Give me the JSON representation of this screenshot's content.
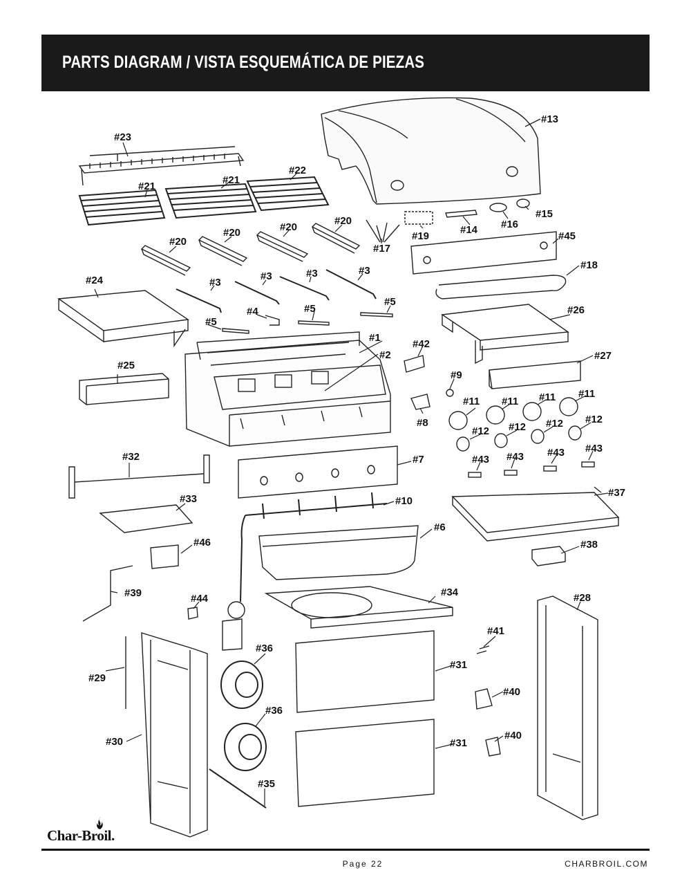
{
  "header": {
    "title": "PARTS DIAGRAM / VISTA ESQUEMÁTICA DE PIEZAS"
  },
  "parts": {
    "p1": "#1",
    "p2": "#2",
    "p3": "#3",
    "p4": "#4",
    "p5": "#5",
    "p6": "#6",
    "p7": "#7",
    "p8": "#8",
    "p9": "#9",
    "p10": "#10",
    "p11": "#11",
    "p12": "#12",
    "p13": "#13",
    "p14": "#14",
    "p15": "#15",
    "p16": "#16",
    "p17": "#17",
    "p18": "#18",
    "p19": "#19",
    "p20": "#20",
    "p21": "#21",
    "p22": "#22",
    "p23": "#23",
    "p24": "#24",
    "p25": "#25",
    "p26": "#26",
    "p27": "#27",
    "p28": "#28",
    "p29": "#29",
    "p30": "#30",
    "p31": "#31",
    "p32": "#32",
    "p33": "#33",
    "p34": "#34",
    "p35": "#35",
    "p36": "#36",
    "p37": "#37",
    "p38": "#38",
    "p39": "#39",
    "p40": "#40",
    "p41": "#41",
    "p42": "#42",
    "p43": "#43",
    "p44": "#44",
    "p45": "#45",
    "p46": "#46"
  },
  "footer": {
    "brand": "Char-Broil.",
    "page": "Page 22",
    "website": "CHARBROIL.COM"
  }
}
